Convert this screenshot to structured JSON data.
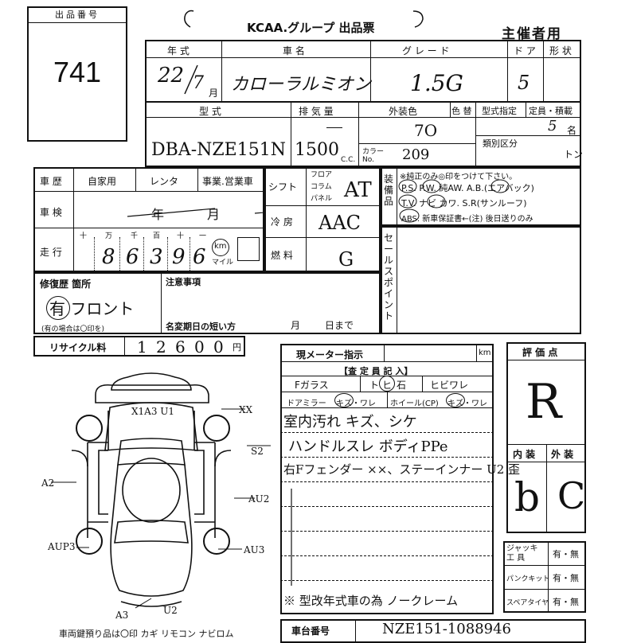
{
  "lot": {
    "label": "出品番号",
    "number": "741"
  },
  "header": {
    "title": "KCAA.グループ 出品票",
    "copy": "主催者用"
  },
  "vehicle": {
    "col_year": "年 式",
    "col_name": "車 名",
    "col_grade": "グ レ ー ド",
    "col_doors": "ド ア",
    "col_shape": "形 状",
    "year": "22",
    "month": "7",
    "month_unit": "月",
    "name": "カローラルミオン",
    "grade": "1.5G",
    "doors": "5",
    "col_model": "型 式",
    "col_displacement": "排 気 量",
    "col_color": "外装色",
    "col_color_change": "色 替",
    "col_model_designation": "型式指定",
    "col_capacity": "定員・積載",
    "col_category": "類別区分",
    "model_code": "DBA-NZE151N",
    "displacement": "1500",
    "cc_unit": "C.C.",
    "color": "7O",
    "color_no_label": "カラー No.",
    "color_no": "209",
    "capacity": "5",
    "capacity_unit": "名",
    "ton_unit": "トン"
  },
  "history": {
    "label": "車 歴",
    "options": [
      "自家用",
      "レンタ",
      "事業.営業車"
    ],
    "inspection_label": "車 検",
    "inspection_year_unit": "年",
    "inspection_month_unit": "月",
    "mileage_label": "走 行",
    "digit_labels": [
      "十",
      "万",
      "千",
      "百",
      "十",
      "一"
    ],
    "digits": [
      "8",
      "6",
      "3",
      "9",
      "6"
    ],
    "unit_km": "km",
    "unit_mile": "マイル"
  },
  "specs": {
    "shift_label": "シフト",
    "shift_options": [
      "フロア",
      "コラム",
      "パネル"
    ],
    "shift_value": "AT",
    "aircon_label": "冷 房",
    "aircon_value": "AAC",
    "fuel_label": "燃 料",
    "fuel_value": "G"
  },
  "equipment": {
    "label": "装 備 品",
    "note": "※純正のみ◎印をつけて下さい。",
    "row1": "P.S.  P.W.  純AW.  A.B.(エアバック)",
    "row2": "T.V.  ナビ  カワ.  S.R(サンルーフ)",
    "row3": "ABS.     新車保証書←(注) 後日送りのみ"
  },
  "sales_point": {
    "label": "セールスポイント"
  },
  "repair": {
    "label": "修復歴 箇所",
    "value": "有 フロント",
    "note": "(有の場合は〇印を)",
    "notices_label": "注意事項",
    "deadline_label": "名変期日の短い方",
    "deadline_month_unit": "月",
    "deadline_day_unit": "日まで"
  },
  "recycle": {
    "label": "リサイクル料",
    "digits": [
      "1",
      "2",
      "6",
      "0",
      "0"
    ],
    "unit": "円"
  },
  "meter": {
    "label": "現メーター指示",
    "unit": "km"
  },
  "assessment": {
    "title": "【査 定 員 記 入】",
    "row1": [
      "Fガラス",
      "ト",
      "ヒ",
      "石",
      "ヒビワレ"
    ],
    "row2": [
      "ドアミラー",
      "キズ・ワレ",
      "ホイール(CP)",
      "キズ・ワレ"
    ],
    "comments": [
      "室内汚れ キズ、シケ",
      "ハンドルスレ ボディPPe",
      "右Fフェンダー ××、ステーインナー U2 歪",
      "",
      "",
      "",
      "",
      "※ 型改年式車の為 ノークレーム"
    ]
  },
  "grades": {
    "label": "評 価 点",
    "overall": "R",
    "inner_label": "内 装",
    "exterior_label": "外 装",
    "inner": "b",
    "exterior": "C"
  },
  "tools": {
    "jack_label": "ジャッキ 工 具",
    "jack_value": "有・無",
    "puncture_label": "パンクキット",
    "puncture_value": "有・無",
    "spare_label": "スペアタイヤ",
    "spare_value": "有・無"
  },
  "diagram_marks": [
    "X1A3 U1",
    "XX",
    "S2",
    "A2",
    "AU2",
    "AUP3",
    "AU3",
    "A3",
    "U2"
  ],
  "footer": {
    "keys": "車両鍵預り品は〇印 カギ リモコン ナビロム",
    "chassis_label": "車台番号",
    "chassis_value": "NZE151-1088946"
  }
}
